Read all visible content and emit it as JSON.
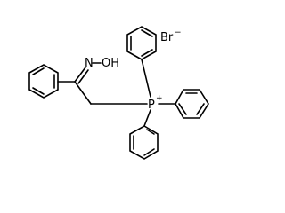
{
  "molecule": {
    "labels": {
      "hydroxyimino": "N",
      "hydroxyimino_hyphen": "~",
      "hydroxyl": "OH",
      "phosphorus": "P",
      "phosphorus_charge": "+",
      "bromide": "Br",
      "bromide_charge": "−"
    }
  }
}
